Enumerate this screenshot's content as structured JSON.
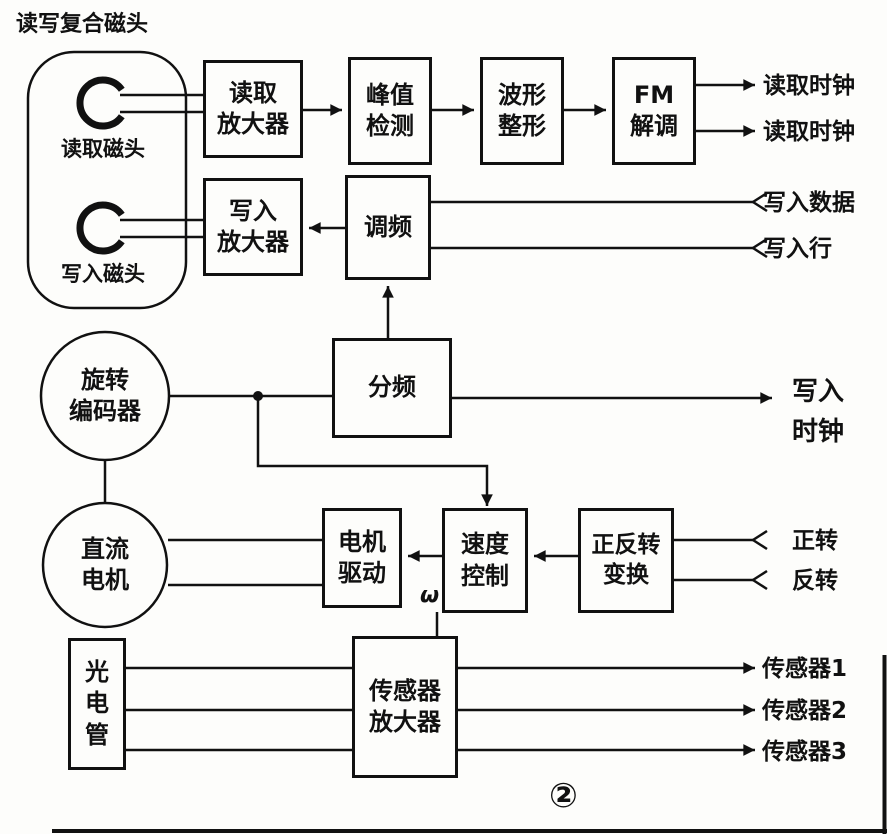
{
  "figure": {
    "title": "读写复合磁头",
    "number": "②",
    "omega": "ω"
  },
  "heads": {
    "read": "读取磁头",
    "write": "写入磁头"
  },
  "circles": {
    "encoder": "旋转\n编码器",
    "dc_motor": "直流\n电机"
  },
  "blocks": {
    "read_amp": "读取\n放大器",
    "peak_detect": "峰值\n检测",
    "wave_shape": "波形\n整形",
    "fm_demod": "FM\n解调",
    "write_amp": "写入\n放大器",
    "fm_mod": "调频",
    "divider": "分频",
    "motor_drive": "电机\n驱动",
    "speed_ctrl": "速度\n控制",
    "fwd_rev": "正反转\n变换",
    "photocell": "光\n电\n管",
    "sensor_amp": "传感器\n放大器"
  },
  "signals": {
    "read_clock_1": "读取时钟",
    "read_clock_2": "读取时钟",
    "write_data": "写入数据",
    "write_gate": "写入行",
    "write_clock": "写入\n时钟",
    "forward": "正转",
    "reverse": "反转",
    "sensor_1": "传感器1",
    "sensor_2": "传感器2",
    "sensor_3": "传感器3"
  }
}
